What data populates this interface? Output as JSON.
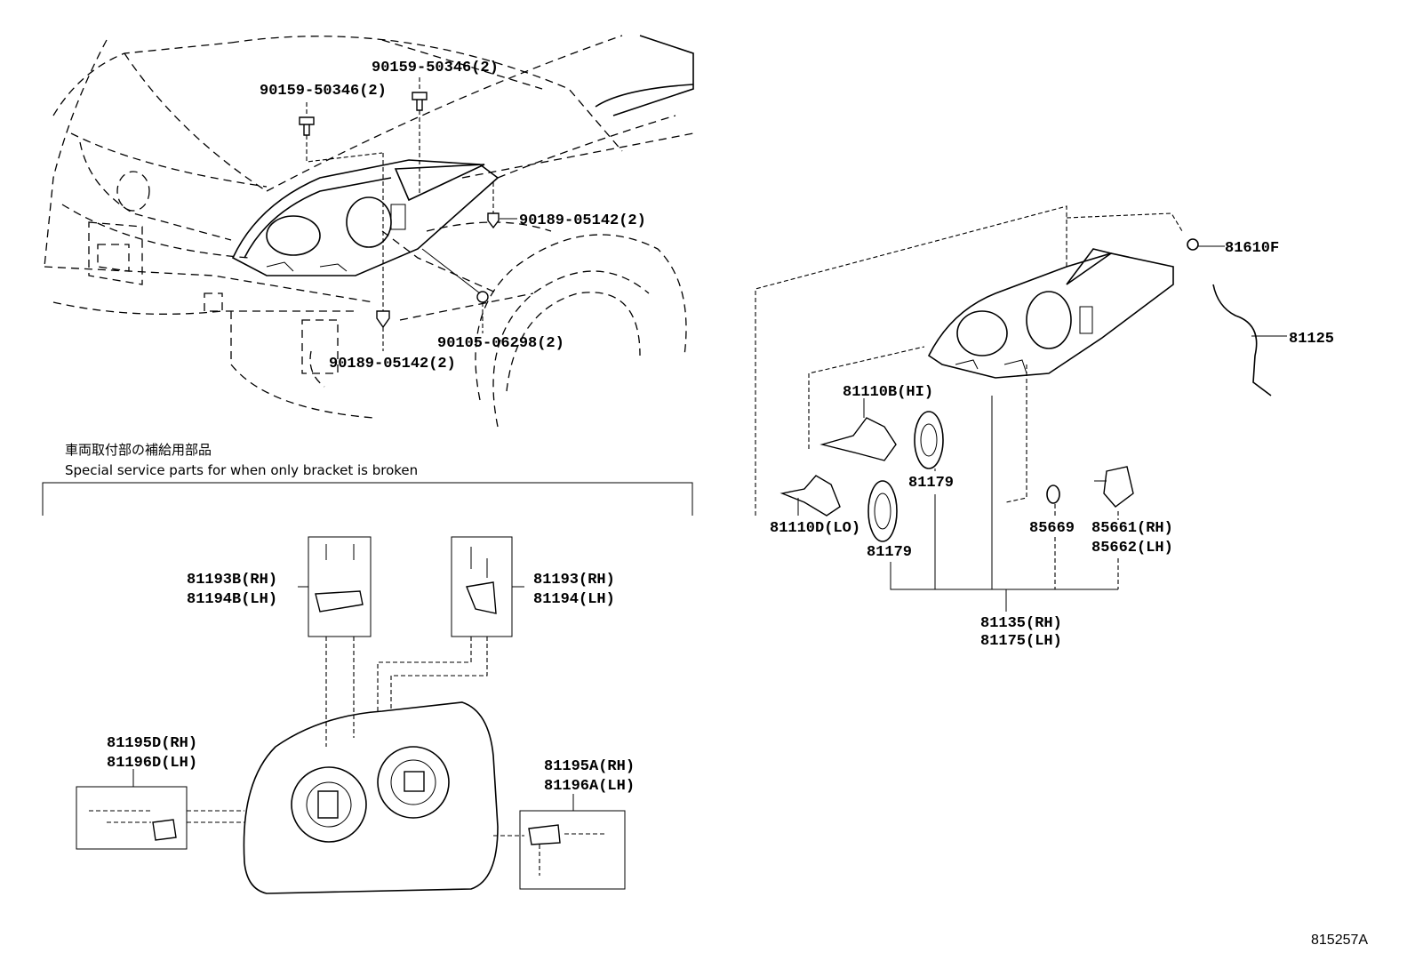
{
  "vehicle_view": {
    "labels": {
      "bolt_upper_right": "90159-50346(2)",
      "bolt_upper_left": "90159-50346(2)",
      "clip_right": "90189-05142(2)",
      "clip_lower": "90189-05142(2)",
      "nut": "90105-06298(2)"
    }
  },
  "headlamp_assembly": {
    "labels": {
      "socket": "81610F",
      "wire": "81125",
      "bulb_hi": "81110B(HI)",
      "cover_1": "81179",
      "cover_2": "81179",
      "bulb_lo": "81110D(LO)",
      "o_ring": "85669",
      "actuator_rh": "85661(RH)",
      "actuator_lh": "85662(LH)",
      "unit_rh": "81135(RH)",
      "unit_lh": "81175(LH)"
    }
  },
  "bracket_section": {
    "title_jp": "車両取付部の補給用部品",
    "title_en": "Special service parts for when only bracket is broken",
    "labels": {
      "b_rh": "81193B(RH)",
      "b_lh": "81194B(LH)",
      "top_rh": "81193(RH)",
      "top_lh": "81194(LH)",
      "d_rh": "81195D(RH)",
      "d_lh": "81196D(LH)",
      "a_rh": "81195A(RH)",
      "a_lh": "81196A(LH)"
    }
  },
  "figure_id": "815257A"
}
